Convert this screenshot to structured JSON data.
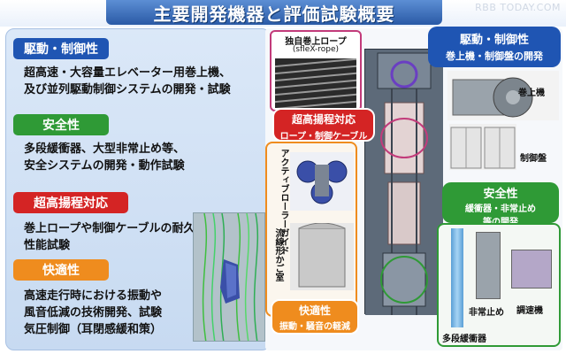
{
  "header": {
    "title": "主要開発機器と評価試験概要",
    "watermark": "RBB TODAY.COM"
  },
  "left_panel": {
    "sections": [
      {
        "badge": "駆動・制御性",
        "color": "#1f55b3",
        "lines": [
          "超高速・大容量エレベーター用巻上機、",
          "及び並列駆動制御システムの開発・試験"
        ]
      },
      {
        "badge": "安全性",
        "color": "#2f9a36",
        "lines": [
          "多段緩衝器、大型非常止め等、",
          "安全システムの開発・動作試験"
        ]
      },
      {
        "badge": "超高揚程対応",
        "color": "#d42424",
        "lines": [
          "巻上ロープや制御ケーブルの耐久、",
          "性能試験"
        ]
      },
      {
        "badge": "快適性",
        "color": "#ef8c1e",
        "lines": [
          "高速走行時における振動や",
          "風音低減の技術開発、試験",
          "気圧制御（耳閉感緩和策）"
        ]
      }
    ]
  },
  "right_panel": {
    "rope_title_1": "独自巻上ロープ",
    "rope_title_2": "(sfleX-rope)",
    "drive_callout_title": "駆動・制御性",
    "drive_callout_sub": "巻上機・制御盤の開発",
    "hoist_label": "巻上機",
    "panel_label": "制御盤",
    "high_callout_title": "超高揚程対応",
    "high_callout_sub": "ロープ・制御ケーブル",
    "roller_label": "アクティブローラーガイド",
    "cabin_label": "流線形かご室",
    "safety_callout_title": "安全性",
    "safety_callout_sub1": "緩衝器・非常止め",
    "safety_callout_sub2": "等の開発",
    "emergency_label": "非常止め",
    "governor_label": "調速機",
    "buffer_label": "多段緩衝器",
    "comfort_callout_title": "快適性",
    "comfort_callout_sub": "振動・騒音の軽減"
  }
}
